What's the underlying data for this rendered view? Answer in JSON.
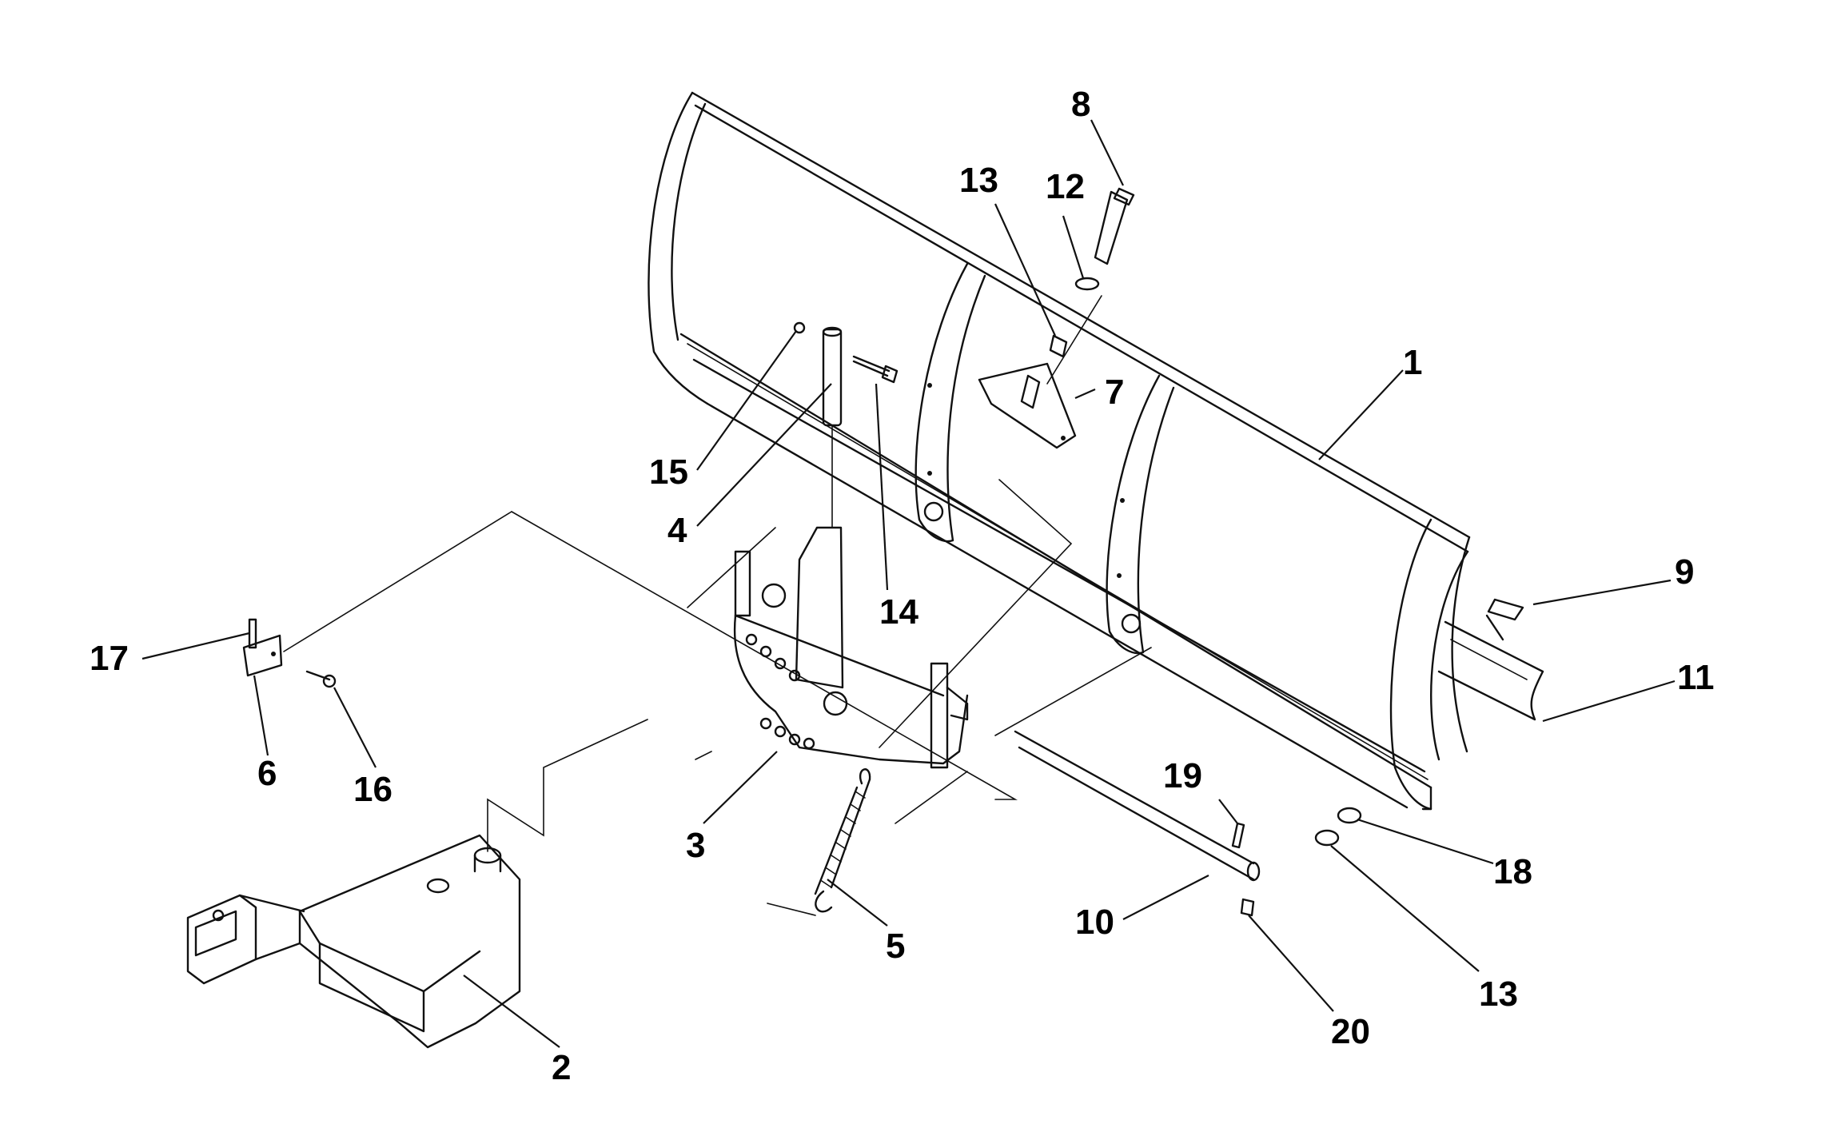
{
  "callouts": [
    {
      "id": "1",
      "label": "1"
    },
    {
      "id": "2",
      "label": "2"
    },
    {
      "id": "3",
      "label": "3"
    },
    {
      "id": "4",
      "label": "4"
    },
    {
      "id": "5",
      "label": "5"
    },
    {
      "id": "6",
      "label": "6"
    },
    {
      "id": "7",
      "label": "7"
    },
    {
      "id": "8",
      "label": "8"
    },
    {
      "id": "9",
      "label": "9"
    },
    {
      "id": "10",
      "label": "10"
    },
    {
      "id": "11",
      "label": "11"
    },
    {
      "id": "12",
      "label": "12"
    },
    {
      "id": "13a",
      "label": "13"
    },
    {
      "id": "13b",
      "label": "13"
    },
    {
      "id": "14",
      "label": "14"
    },
    {
      "id": "15",
      "label": "15"
    },
    {
      "id": "16",
      "label": "16"
    },
    {
      "id": "17",
      "label": "17"
    },
    {
      "id": "18",
      "label": "18"
    },
    {
      "id": "19",
      "label": "19"
    },
    {
      "id": "20",
      "label": "20"
    }
  ]
}
